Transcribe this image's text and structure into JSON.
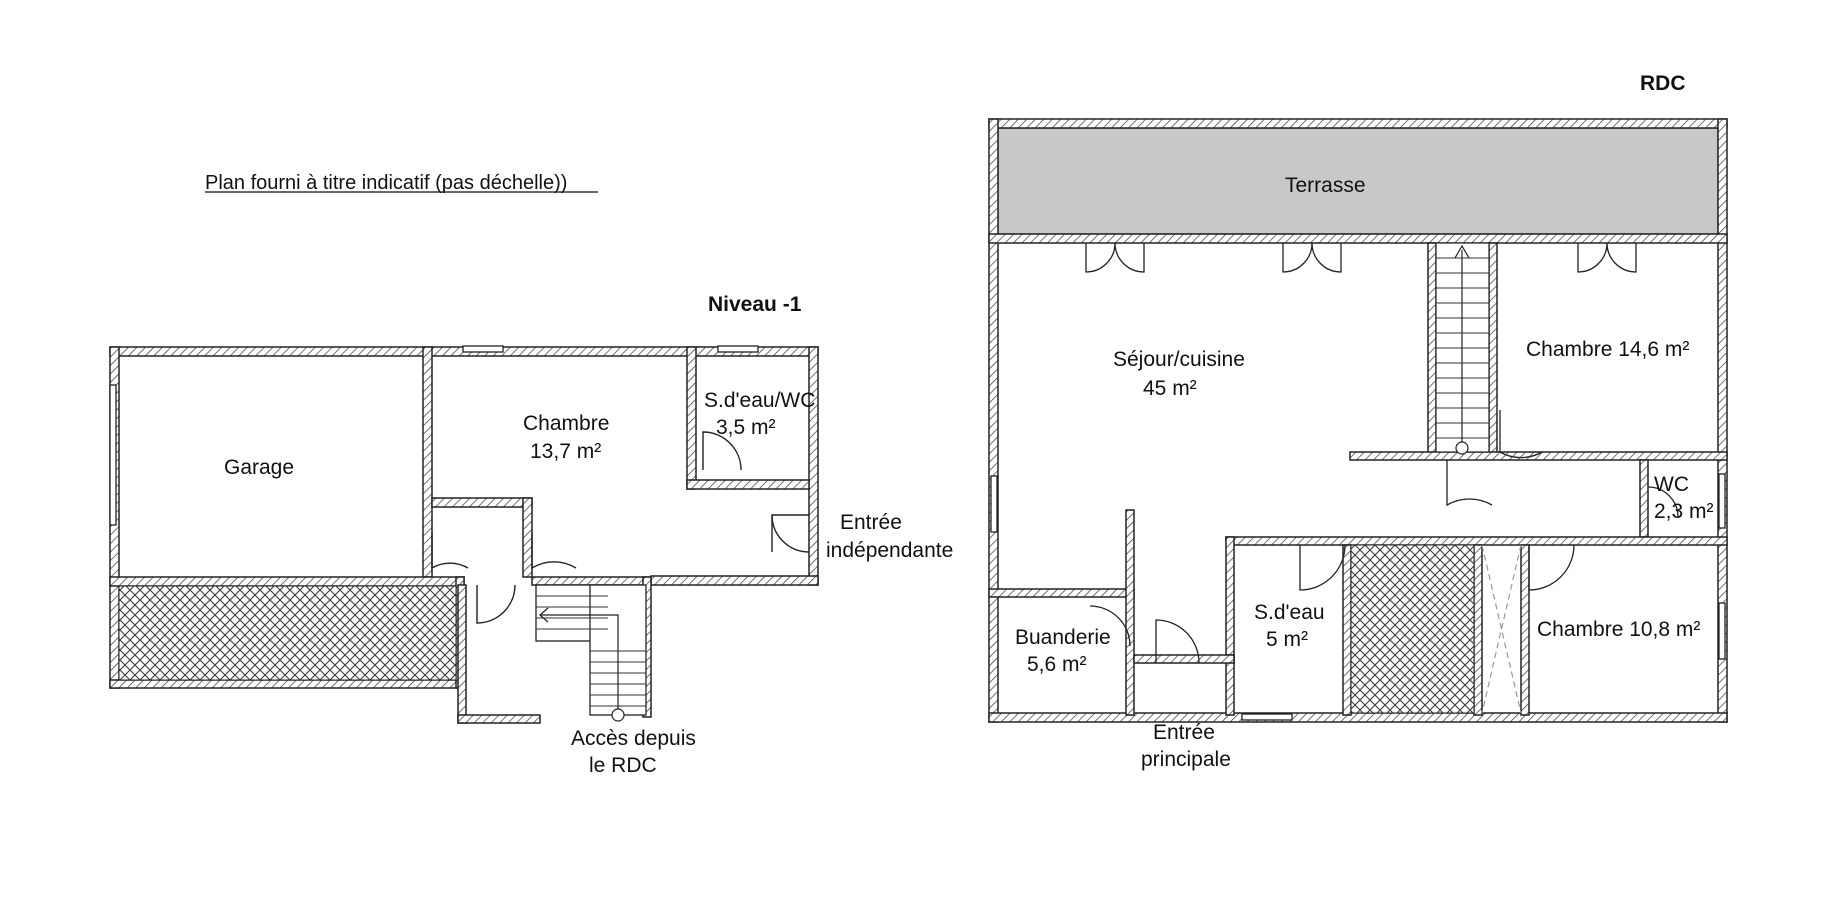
{
  "note": "Plan fourni à titre indicatif (pas déchelle))",
  "colors": {
    "wall": "#222222",
    "terrace_fill": "#c8c8c8",
    "hatch": "#3a3a3a",
    "background": "#ffffff"
  },
  "level_minus1": {
    "title": "Niveau -1",
    "rooms": {
      "garage": "Garage",
      "chambre_name": "Chambre",
      "chambre_area": "13,7 m²",
      "sdeau_name": "S.d'eau/WC",
      "sdeau_area": "3,5 m²"
    },
    "labels": {
      "entree_line1": "Entrée",
      "entree_line2": "indépendante",
      "acces_line1": "Accès depuis",
      "acces_line2": "le RDC"
    }
  },
  "rdc": {
    "title": "RDC",
    "rooms": {
      "terrasse": "Terrasse",
      "sejour_name": "Séjour/cuisine",
      "sejour_area": "45 m²",
      "chambre1": "Chambre 14,6 m²",
      "wc_name": "WC",
      "wc_area": "2,3 m²",
      "buanderie_name": "Buanderie",
      "buanderie_area": "5,6 m²",
      "sdeau_name": "S.d'eau",
      "sdeau_area": "5 m²",
      "chambre2": "Chambre 10,8 m²"
    },
    "labels": {
      "entree_line1": "Entrée",
      "entree_line2": "principale"
    }
  }
}
